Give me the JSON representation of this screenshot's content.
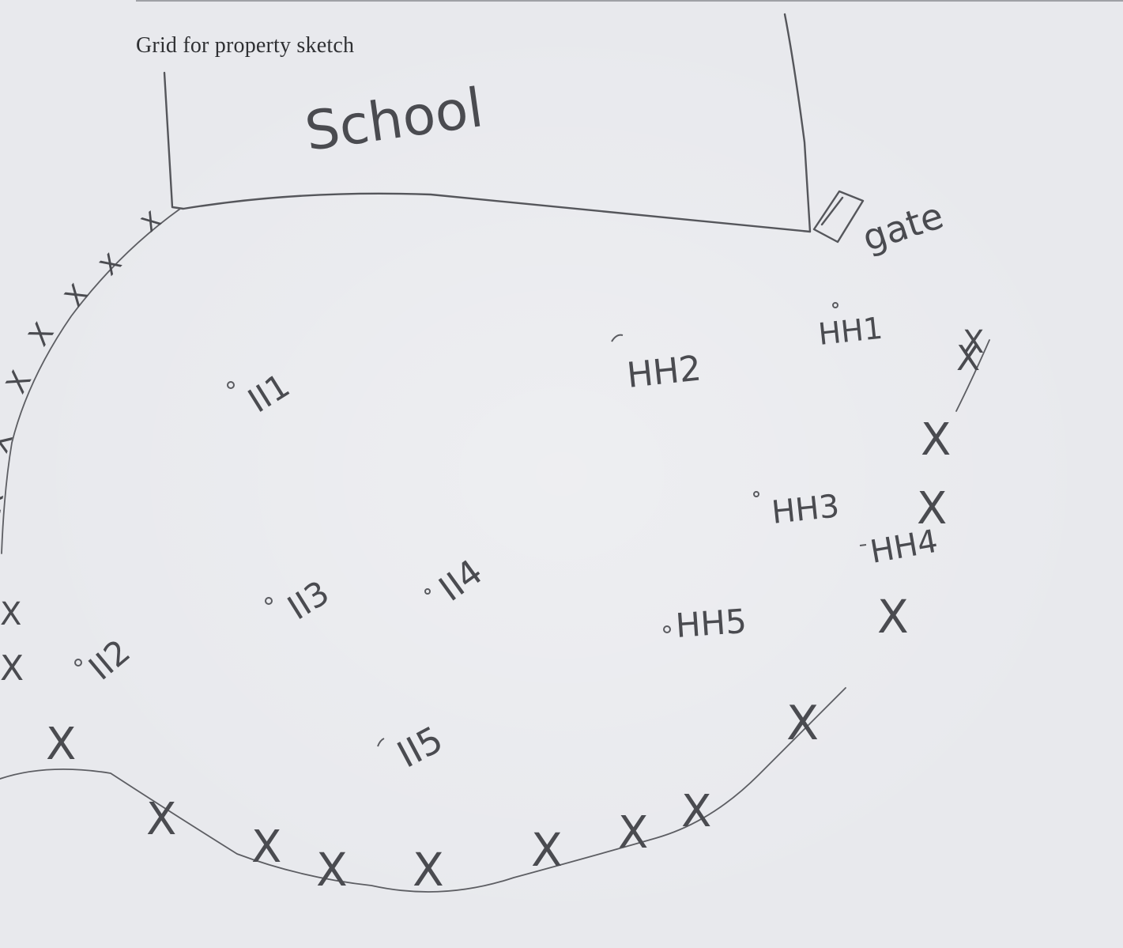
{
  "form": {
    "title": "Grid for property sketch"
  },
  "sketch": {
    "building_label": "School",
    "gate_label": "gate",
    "household_labels": [
      "HH1",
      "HH2",
      "HH3",
      "HH4",
      "HH5"
    ],
    "interview_labels": [
      "II1",
      "II2",
      "II3",
      "II4",
      "II5"
    ],
    "fence_mark_glyph": "X"
  },
  "colors": {
    "paper": "#e8e9ed",
    "pencil": "#55565b",
    "print": "#2f3033"
  }
}
